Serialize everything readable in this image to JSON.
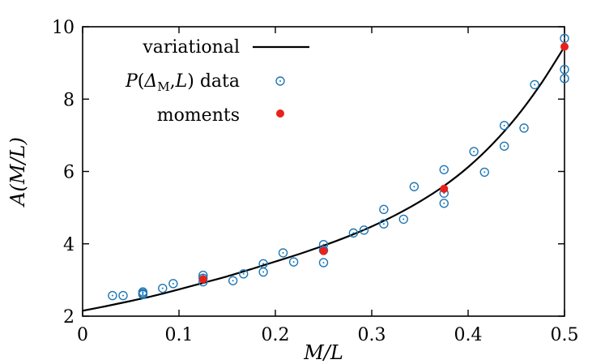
{
  "chart_data": {
    "type": "scatter",
    "title": "",
    "xlabel": "M/L",
    "ylabel": "A(M/L)",
    "xlim": [
      0,
      0.5
    ],
    "ylim": [
      2,
      10
    ],
    "xticks": [
      0,
      0.1,
      0.2,
      0.3,
      0.4,
      0.5
    ],
    "xtick_labels": [
      "0",
      "0.1",
      "0.2",
      "0.3",
      "0.4",
      "0.5"
    ],
    "yticks": [
      2,
      4,
      6,
      8,
      10
    ],
    "ytick_labels": [
      "2",
      "4",
      "6",
      "8",
      "10"
    ],
    "grid": false,
    "legend_position": "top-left",
    "series": [
      {
        "name": "variational",
        "kind": "line",
        "color": "#000000",
        "x": [
          0,
          0.025,
          0.05,
          0.075,
          0.1,
          0.125,
          0.15,
          0.175,
          0.2,
          0.225,
          0.25,
          0.275,
          0.3,
          0.325,
          0.35,
          0.375,
          0.4,
          0.425,
          0.45,
          0.475,
          0.5
        ],
        "y": [
          2.15,
          2.28,
          2.42,
          2.57,
          2.74,
          2.92,
          3.1,
          3.3,
          3.51,
          3.72,
          3.95,
          4.2,
          4.48,
          4.8,
          5.17,
          5.6,
          6.12,
          6.75,
          7.5,
          8.4,
          9.45
        ]
      },
      {
        "name": "P(Δ_M,L) data",
        "legend_parts": {
          "p": "P",
          "open": "(",
          "delta": "Δ",
          "sub": "M",
          "comma": ",",
          "l": "L",
          "close": ")",
          "rest": " data"
        },
        "kind": "open-circle",
        "color": "#1f77b4",
        "x": [
          0.031,
          0.042,
          0.0625,
          0.0625,
          0.0625,
          0.083,
          0.094,
          0.125,
          0.125,
          0.125,
          0.156,
          0.167,
          0.1875,
          0.1875,
          0.208,
          0.219,
          0.25,
          0.25,
          0.25,
          0.281,
          0.292,
          0.3125,
          0.3125,
          0.333,
          0.344,
          0.375,
          0.375,
          0.375,
          0.406,
          0.417,
          0.4375,
          0.4375,
          0.458,
          0.469,
          0.5,
          0.5,
          0.5
        ],
        "y": [
          2.57,
          2.57,
          2.6,
          2.63,
          2.67,
          2.77,
          2.9,
          2.95,
          3.05,
          3.13,
          2.98,
          3.17,
          3.22,
          3.45,
          3.75,
          3.5,
          3.48,
          3.82,
          3.98,
          4.3,
          4.38,
          4.55,
          4.95,
          4.68,
          5.58,
          5.12,
          5.4,
          6.05,
          6.55,
          5.98,
          6.7,
          7.27,
          7.2,
          8.4,
          8.57,
          8.82,
          9.68
        ]
      },
      {
        "name": "moments",
        "kind": "filled-circle",
        "color": "#e8221b",
        "x": [
          0.125,
          0.25,
          0.375,
          0.5
        ],
        "y": [
          3.02,
          3.8,
          5.52,
          9.45
        ]
      }
    ]
  }
}
